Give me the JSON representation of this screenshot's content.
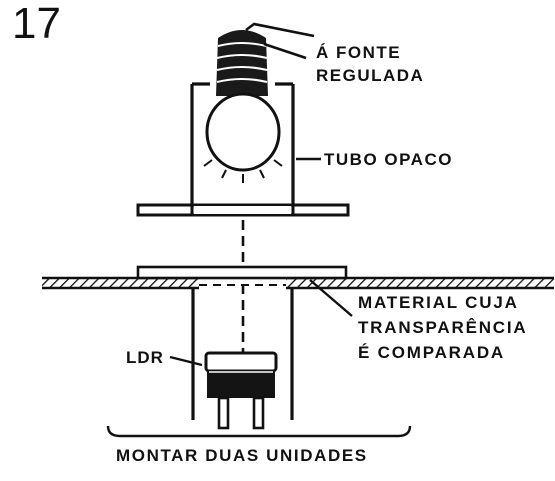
{
  "figure": {
    "number": "17"
  },
  "labels": {
    "source": [
      "Á FONTE",
      "REGULADA"
    ],
    "tube": "TUBO OPACO",
    "material": [
      "MATERIAL CUJA",
      "TRANSPARÊNCIA",
      "É COMPARADA"
    ],
    "ldr": "LDR",
    "mount": "MONTAR DUAS UNIDADES"
  },
  "colors": {
    "ink": "#111111",
    "paper": "#ffffff"
  }
}
